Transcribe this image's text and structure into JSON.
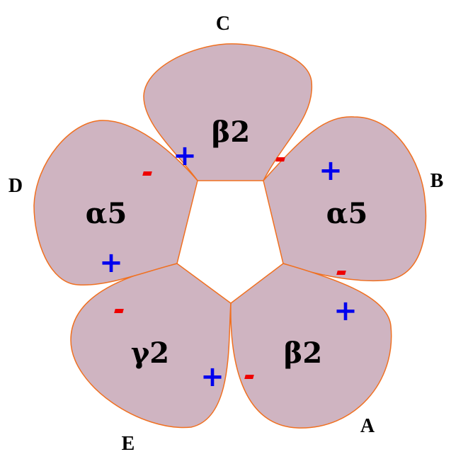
{
  "subunits": [
    {
      "id": "C",
      "name": "β2"
    },
    {
      "id": "B",
      "name": "α5"
    },
    {
      "id": "A",
      "name": "β2"
    },
    {
      "id": "E",
      "name": "γ2"
    },
    {
      "id": "D",
      "name": "α5"
    }
  ],
  "sites": {
    "C": "C",
    "B": "B",
    "A": "A",
    "E": "E",
    "D": "D"
  },
  "signs": {
    "plus": "+"
  },
  "colors": {
    "fill": "#cfb4c1",
    "stroke": "#f07020",
    "plus": "#0000ee",
    "minus": "#ee0000"
  }
}
